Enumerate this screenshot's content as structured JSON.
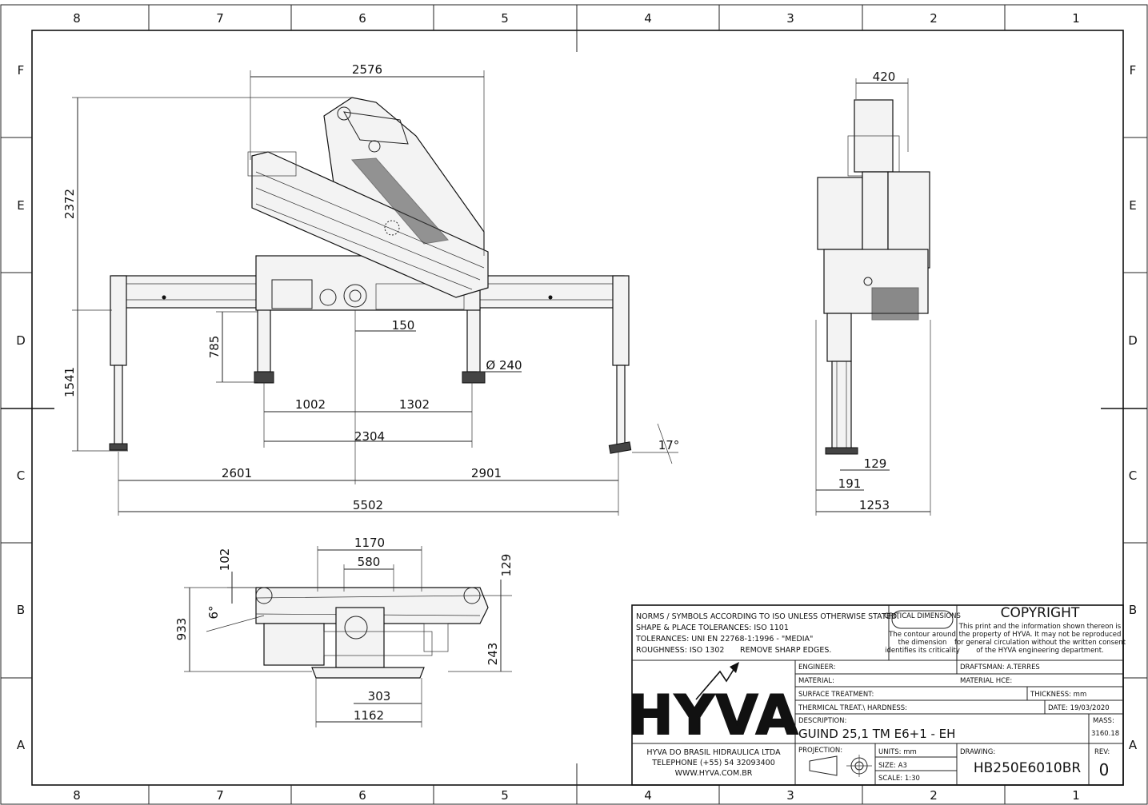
{
  "zones": {
    "columns": [
      "8",
      "7",
      "6",
      "5",
      "4",
      "3",
      "2",
      "1"
    ],
    "rows": [
      "F",
      "E",
      "D",
      "C",
      "B",
      "A"
    ]
  },
  "dimensions": {
    "side_view": {
      "overall_width": "2576",
      "overall_height": "2372",
      "outrigger_height": "785",
      "leg_height": "1541",
      "offset": "150",
      "pad_diameter": "Ø 240",
      "left_pad": "1002",
      "right_pad": "1302",
      "pad_span": "2304",
      "left_outrigger": "2601",
      "right_outrigger": "2901",
      "total_span": "5502",
      "angle": "17°"
    },
    "end_view": {
      "top_width": "420",
      "foot_small": "129",
      "foot_offset": "191",
      "width": "1253"
    },
    "top_view": {
      "span_1170": "1170",
      "span_580": "580",
      "side_102": "102",
      "right_129": "129",
      "angle_6": "6°",
      "height_933": "933",
      "height_243": "243",
      "low_303": "303",
      "low_1162": "1162"
    }
  },
  "title_block": {
    "norms": [
      "NORMS / SYMBOLS ACCORDING TO ISO UNLESS OTHERWISE STATED.",
      "SHAPE & PLACE TOLERANCES: ISO 1101",
      "TOLERANCES: UNI EN 22768-1:1996 - \"MEDIA\"",
      "ROUGHNESS: ISO 1302"
    ],
    "remove_edges": "REMOVE SHARP EDGES.",
    "critical_title": "CRITICAL DIMENSIONS",
    "critical_text": [
      "The contour around",
      "the dimension",
      "identifies its criticality"
    ],
    "copyright_title": "COPYRIGHT",
    "copyright_text": [
      "This print and the information shown thereon is",
      "the property of HYVA. It may not be reproduced",
      "for general circulation without the written consent",
      "of the HYVA engineering department."
    ],
    "engineer": "ENGINEER:",
    "draftsman": "DRAFTSMAN: A.TERRES",
    "material": "MATERIAL:",
    "material_hce": "MATERIAL HCE:",
    "surface": "SURFACE TREATMENT:",
    "thickness": "THICKNESS:  mm",
    "thermal": "THERMICAL TREAT.\\ HARDNESS:",
    "date": "DATE: 19/03/2020",
    "description_label": "DESCRIPTION:",
    "description": "GUIND 25,1 TM E6+1 - EH",
    "mass_label": "MASS:",
    "mass": "3160.18",
    "projection": "PROJECTION:",
    "units": "UNITS: mm",
    "size": "SIZE: A3",
    "scale": "SCALE: 1:30",
    "drawing_label": "DRAWING:",
    "drawing_number": "HB250E6010BR",
    "rev_label": "REV:",
    "rev": "0",
    "logo": "HYVA",
    "company": [
      "HYVA DO BRASIL HIDRAULICA LTDA",
      "TELEPHONE (+55) 54 32093400",
      "WWW.HYVA.COM.BR"
    ]
  }
}
